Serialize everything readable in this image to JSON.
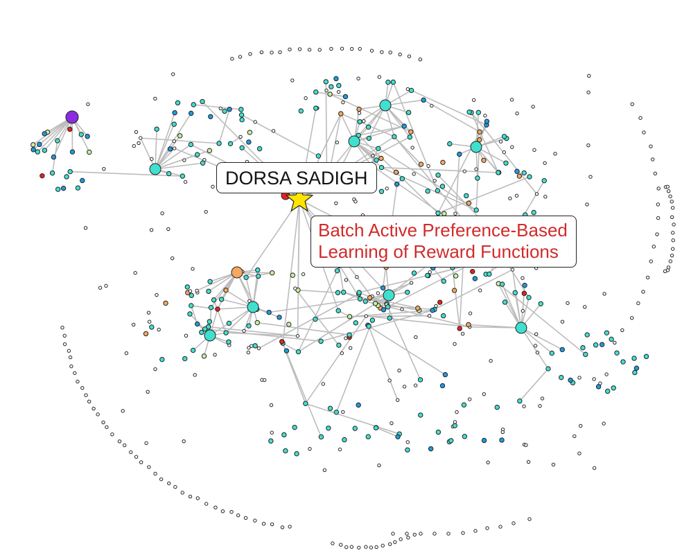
{
  "labels": {
    "author": "DORSA SADIGH",
    "paper_line1": "Batch Active Preference-Based",
    "paper_line2": "Learning of Reward Functions"
  },
  "colors": {
    "edge": "#bcbcbc",
    "node_outline": "#222222",
    "isolated_node": "#ffffff",
    "turquoise": "#40e0d0",
    "blue": "#1e9be0",
    "pale_green": "#c8f0a0",
    "orange": "#f5a860",
    "red": "#e82020",
    "purple": "#8a2be2",
    "star": "#ffe400",
    "paper_text": "#d22a2a"
  },
  "legend": []
}
